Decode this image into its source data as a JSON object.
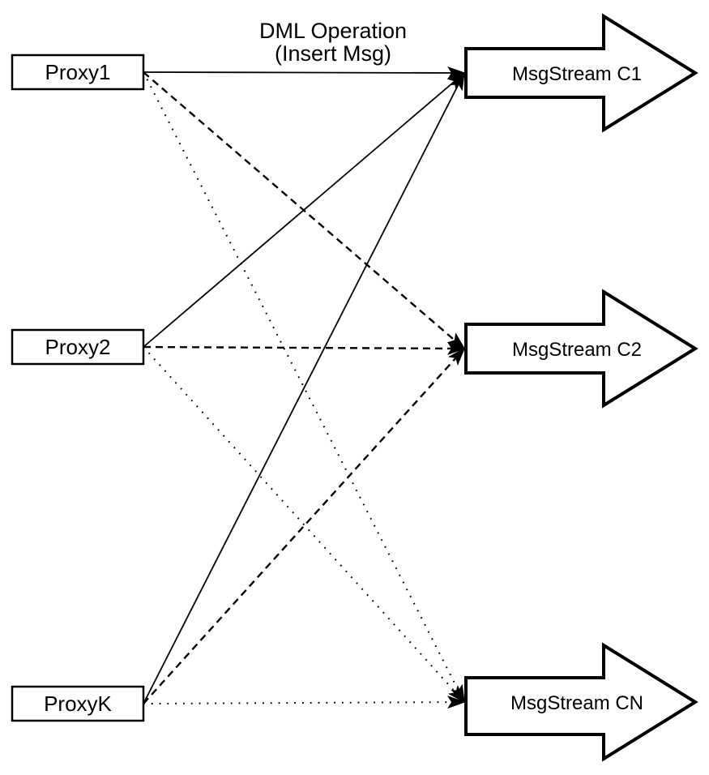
{
  "diagram": {
    "background_color": "#ffffff",
    "stroke_color": "#000000",
    "node_fill_color": "#ffffff",
    "top_label": {
      "line1": "DML Operation",
      "line2": "(Insert Msg)"
    },
    "proxies": [
      {
        "id": "proxy1",
        "label": "Proxy1"
      },
      {
        "id": "proxy2",
        "label": "Proxy2"
      },
      {
        "id": "proxyk",
        "label": "ProxyK"
      }
    ],
    "streams": [
      {
        "id": "c1",
        "label": "MsgStream C1"
      },
      {
        "id": "c2",
        "label": "MsgStream C2"
      },
      {
        "id": "cn",
        "label": "MsgStream CN"
      }
    ],
    "edges": [
      {
        "from": "proxy1",
        "to": "c1",
        "style": "solid"
      },
      {
        "from": "proxy2",
        "to": "c1",
        "style": "solid"
      },
      {
        "from": "proxyk",
        "to": "c1",
        "style": "solid"
      },
      {
        "from": "proxy1",
        "to": "c2",
        "style": "dashed"
      },
      {
        "from": "proxy2",
        "to": "c2",
        "style": "dashed"
      },
      {
        "from": "proxyk",
        "to": "c2",
        "style": "dashed"
      },
      {
        "from": "proxy1",
        "to": "cn",
        "style": "dotted"
      },
      {
        "from": "proxy2",
        "to": "cn",
        "style": "dotted"
      },
      {
        "from": "proxyk",
        "to": "cn",
        "style": "dotted"
      }
    ]
  }
}
